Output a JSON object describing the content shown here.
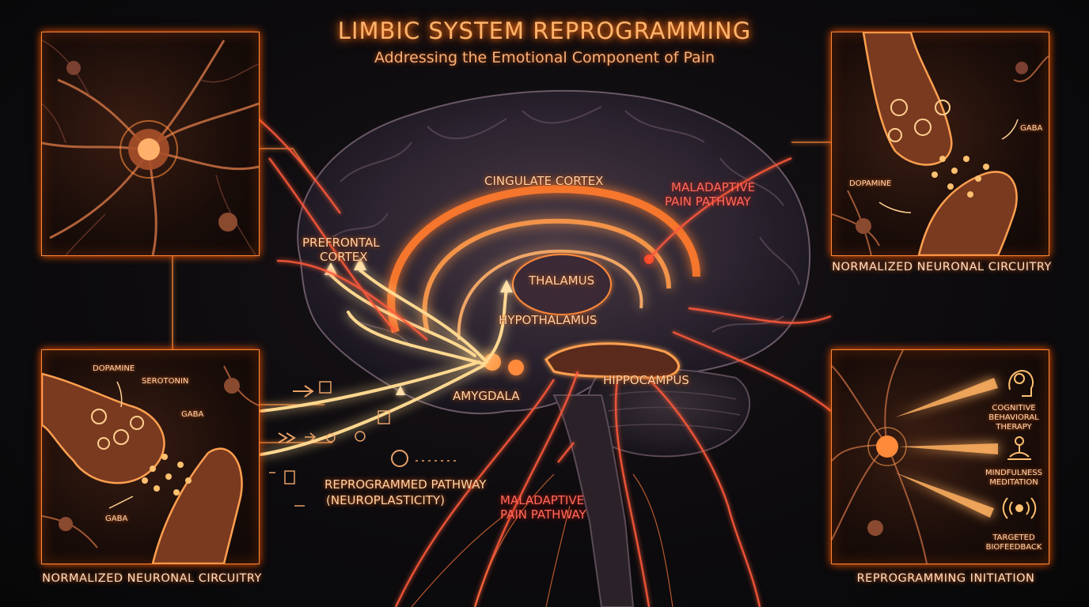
{
  "header": {
    "title": "LIMBIC SYSTEM REPROGRAMMING",
    "subtitle": "Addressing the Emotional Component of Pain"
  },
  "brain_labels": {
    "cingulate_cortex": "CINGULATE CORTEX",
    "maladaptive_top_line1": "MALADAPTIVE",
    "maladaptive_top_line2": "PAIN PATHWAY",
    "prefrontal_line1": "PREFRONTAL",
    "prefrontal_line2": "CORTEX",
    "thalamus": "THALAMUS",
    "hypothalamus": "HYPOTHALAMUS",
    "amygdala": "AMYGDALA",
    "hippocampus": "HIPPOCAMPUS",
    "reprogrammed_line1": "REPROGRAMMED PATHWAY",
    "reprogrammed_line2": "(NEUROPLASTICITY)",
    "maladaptive_bottom_line1": "MALADAPTIVE",
    "maladaptive_bottom_line2": "PAIN PATHWAY"
  },
  "panels": {
    "top_right": {
      "caption": "NORMALIZED NEURONAL CIRCUITRY",
      "gaba": "GABA",
      "dopamine": "DOPAMINE"
    },
    "bottom_left": {
      "caption": "NORMALIZED NEURONAL CIRCUITRY",
      "dopamine": "DOPAMINE",
      "serotonin": "SEROTONIN",
      "gaba_upper": "GABA",
      "gaba_lower": "GABA"
    },
    "bottom_right": {
      "caption": "REPROGRAMMING INITIATION",
      "cbt_line1": "COGNITIVE",
      "cbt_line2": "BEHAVIORAL",
      "cbt_line3": "THERAPY",
      "mind_line1": "MINDFULNESS",
      "mind_line2": "MEDITATION",
      "bio_line1": "TARGETED",
      "bio_line2": "BIOFEEDBACK",
      "icons": [
        "head-brain-icon",
        "meditation-icon",
        "biofeedback-signal-icon"
      ]
    }
  },
  "colors": {
    "glow_orange": "#ff7a1a",
    "label_cream": "#ffd3a8",
    "maladaptive_red": "#ff5a4a",
    "panel_border": "#ff8a3a"
  }
}
